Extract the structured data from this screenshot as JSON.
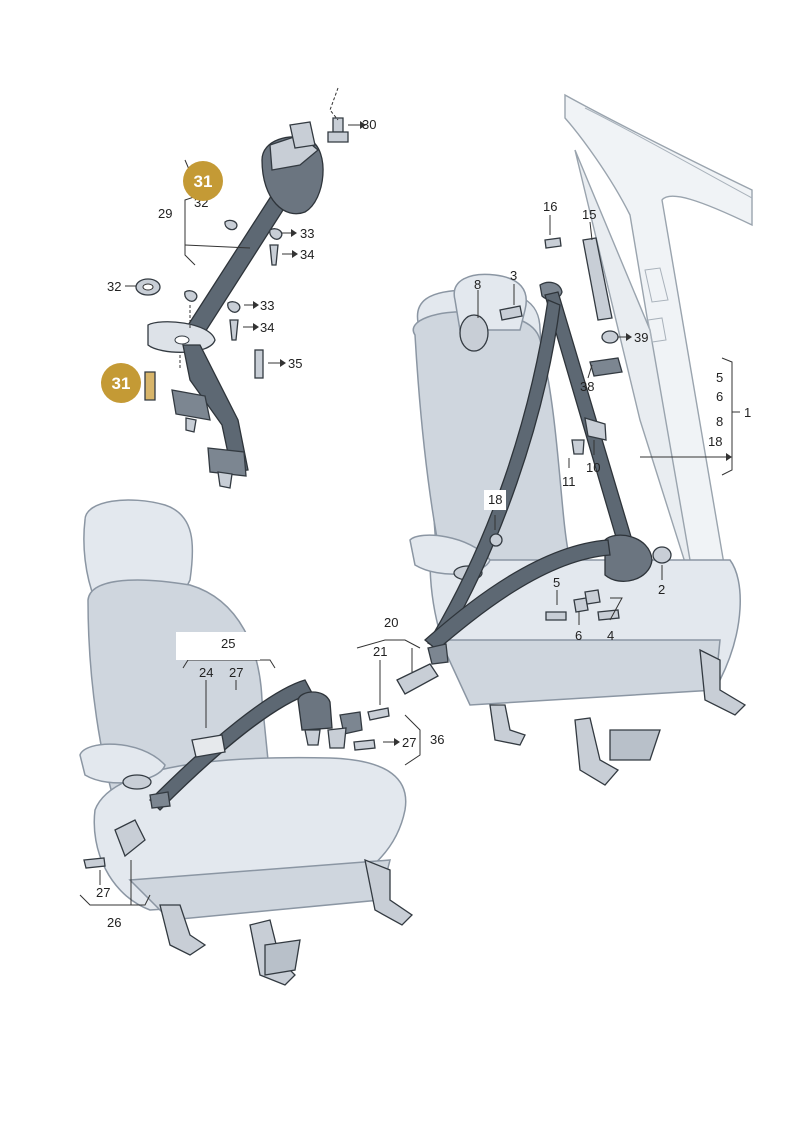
{
  "labels": {
    "l30": "30",
    "l29": "29",
    "l32a": "32",
    "l33a": "33",
    "l34a": "34",
    "l32b": "32",
    "l33b": "33",
    "l34b": "34",
    "l35": "35",
    "l16": "16",
    "l15": "15",
    "l8a": "8",
    "l3": "3",
    "l39": "39",
    "l38": "38",
    "l5a": "5",
    "l6a": "6",
    "l8b": "8",
    "l18a": "18",
    "l1": "1",
    "l10": "10",
    "l11": "11",
    "l18b": "18",
    "l5b": "5",
    "l6b": "6",
    "l4": "4",
    "l2": "2",
    "l20": "20",
    "l21": "21",
    "l25": "25",
    "l24": "24",
    "l27a": "27",
    "l27b": "27",
    "l36": "36",
    "l27c": "27",
    "l26": "26"
  },
  "badges": {
    "b1": "31",
    "b2": "31"
  },
  "colors": {
    "badge": "#c49a35",
    "belt": "#5d6873",
    "seat": "#e3e8ee"
  }
}
